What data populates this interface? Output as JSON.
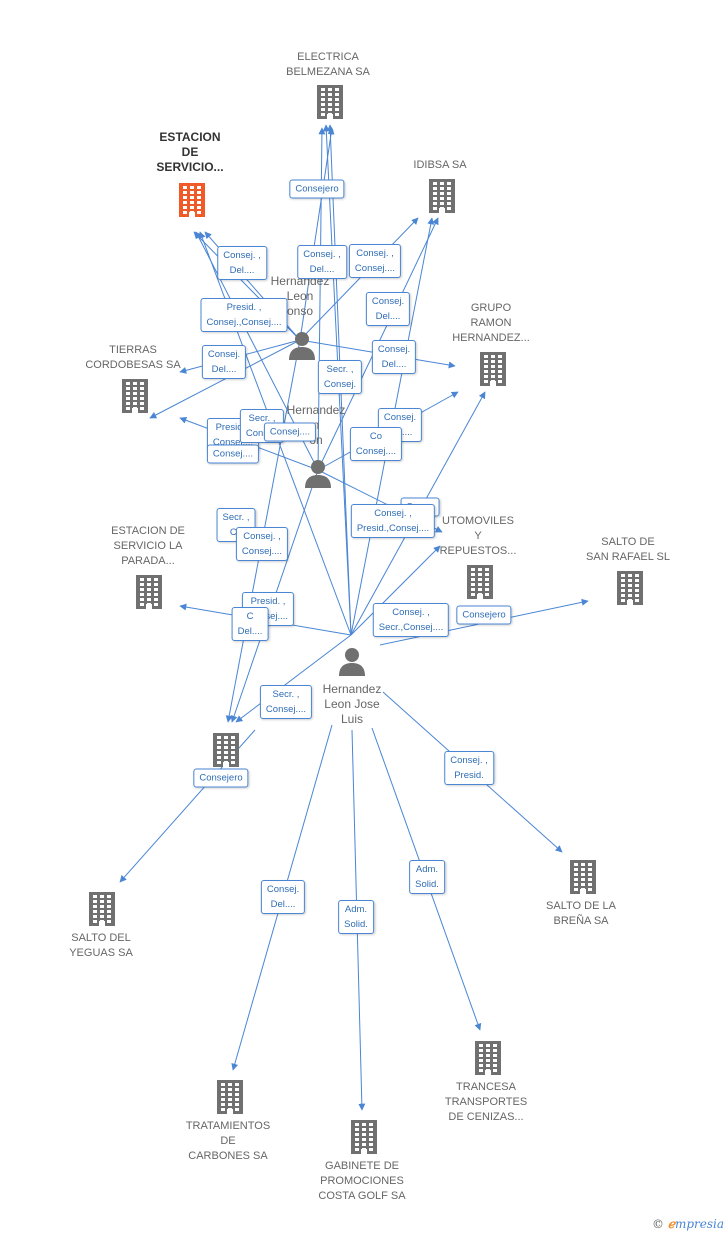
{
  "diagram": {
    "nodes": [
      {
        "id": "electrica",
        "label": "ELECTRICA\nBELMEZANA SA",
        "kind": "company"
      },
      {
        "id": "estacion_servicio",
        "label": "ESTACION\nDE\nSERVICIO...",
        "kind": "company-main"
      },
      {
        "id": "idibsa",
        "label": "IDIBSA SA",
        "kind": "company"
      },
      {
        "id": "grupo_ramon",
        "label": "GRUPO\nRAMON\nHERNANDEZ...",
        "kind": "company"
      },
      {
        "id": "tierras",
        "label": "TIERRAS\nCORDOBESAS SA",
        "kind": "company"
      },
      {
        "id": "estacion_parada",
        "label": "ESTACION DE\nSERVICIO LA\nPARADA...",
        "kind": "company"
      },
      {
        "id": "automoviles",
        "label": "UTOMOVILES\nY\nREPUESTOS...",
        "kind": "company"
      },
      {
        "id": "salto_rafael",
        "label": "SALTO DE\nSAN RAFAEL SL",
        "kind": "company"
      },
      {
        "id": "unnamed_company",
        "label": "",
        "kind": "company"
      },
      {
        "id": "salto_yeguas",
        "label": "SALTO DEL\nYEGUAS SA",
        "kind": "company"
      },
      {
        "id": "salto_brena",
        "label": "SALTO DE LA\nBREÑA SA",
        "kind": "company"
      },
      {
        "id": "trancesa",
        "label": "TRANCESA\nTRANSPORTES\nDE CENIZAS...",
        "kind": "company"
      },
      {
        "id": "tratamientos",
        "label": "TRATAMIENTOS\nDE\nCARBONES SA",
        "kind": "company"
      },
      {
        "id": "gabinete",
        "label": "GABINETE DE\nPROMOCIONES\nCOSTA GOLF SA",
        "kind": "company"
      },
      {
        "id": "p_alonso",
        "label": "Hernandez\nLeon\nonso",
        "kind": "person"
      },
      {
        "id": "p_middle",
        "label": "Hernandez\nn\non",
        "kind": "person"
      },
      {
        "id": "p_jose_luis",
        "label": "Hernandez\nLeon Jose\nLuis",
        "kind": "person"
      }
    ],
    "edge_labels": [
      "Consejero",
      "Consej. ,\nDel....",
      "Consej. ,\nDel....",
      "Consej. ,\nConsej....",
      "Consej.\nDel....",
      "Presid. ,\nConsej.,Consej....",
      "Consej.\nDel....",
      "Consej.\nDel....",
      "Secr. ,\nConsej.",
      "Presid. ,\nConsej....",
      "Consej....",
      "Secr. ,\nConsej.",
      "Consej....",
      "Consej.\nDel....",
      "Co\nConsej....",
      "Secr. ,\nCo",
      "Consej. ,\nConsej....",
      "Secr. ,",
      "Consej. ,\nPresid.,Consej....",
      "Presid. ,\nConsej....",
      "C\nDel....",
      "Consej. ,\nSecr.,Consej....",
      "Consejero",
      "Secr. ,\nConsej....",
      "Consejero",
      "Consej. ,\nPresid.",
      "Consej.\nDel....",
      "Adm.\nSolid.",
      "Adm.\nSolid."
    ],
    "colors": {
      "edge": "#4a86d4",
      "company": "#707070",
      "company_main": "#f05a28",
      "person": "#707070"
    }
  },
  "footer": {
    "copyright_symbol": "©",
    "brand_first": "ℯ",
    "brand_rest": "mpresia"
  }
}
